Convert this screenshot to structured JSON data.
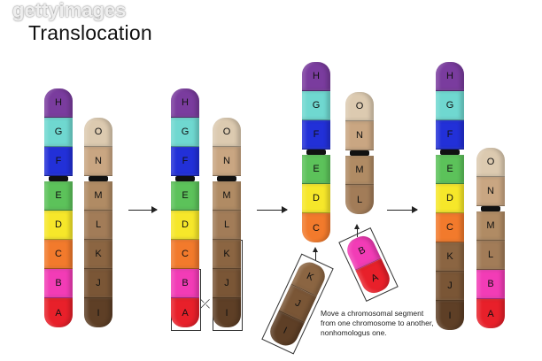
{
  "watermark": "gettyimages",
  "title": "Translocation",
  "caption": [
    "Move a chromosomal segment",
    "from one chromosome to another,",
    "nonhomologus one."
  ],
  "colors": {
    "H": "#7a3c9e",
    "G": "#6fd8d0",
    "F": "#2230d8",
    "E": "#5cc25a",
    "D": "#f6e72a",
    "C": "#f27a2c",
    "B": "#f23cb6",
    "A": "#e8202a",
    "O": "#dccab0",
    "N": "#c9a682",
    "M": "#b08b64",
    "L": "#a27c58",
    "K": "#8b6542",
    "J": "#7a5636",
    "I": "#5e3f26"
  },
  "stages": [
    {
      "chromosomes": [
        {
          "segments": [
            "H",
            "G",
            "F",
            "E",
            "D",
            "C",
            "B",
            "A"
          ],
          "centromere_after": 2
        },
        {
          "segments": [
            "O",
            "N",
            "M",
            "L",
            "K",
            "J",
            "I"
          ],
          "centromere_after": 1
        }
      ]
    },
    {
      "chromosomes": [
        {
          "segments": [
            "H",
            "G",
            "F",
            "E",
            "D",
            "C",
            "B",
            "A"
          ],
          "centromere_after": 2
        },
        {
          "segments": [
            "O",
            "N",
            "M",
            "L",
            "K",
            "J",
            "I"
          ],
          "centromere_after": 1
        }
      ]
    },
    {
      "chromosomes": [
        {
          "segments": [
            "H",
            "G",
            "F",
            "E",
            "D",
            "C"
          ],
          "centromere_after": 2
        },
        {
          "segments": [
            "O",
            "N",
            "M",
            "L"
          ],
          "centromere_after": 1
        }
      ],
      "moving_fragments": [
        [
          "B",
          "A"
        ],
        [
          "K",
          "J",
          "I"
        ]
      ]
    },
    {
      "chromosomes": [
        {
          "segments": [
            "H",
            "G",
            "F",
            "E",
            "D",
            "C",
            "K",
            "J",
            "I"
          ],
          "centromere_after": 2
        },
        {
          "segments": [
            "O",
            "N",
            "M",
            "L",
            "B",
            "A"
          ],
          "centromere_after": 1
        }
      ]
    }
  ]
}
